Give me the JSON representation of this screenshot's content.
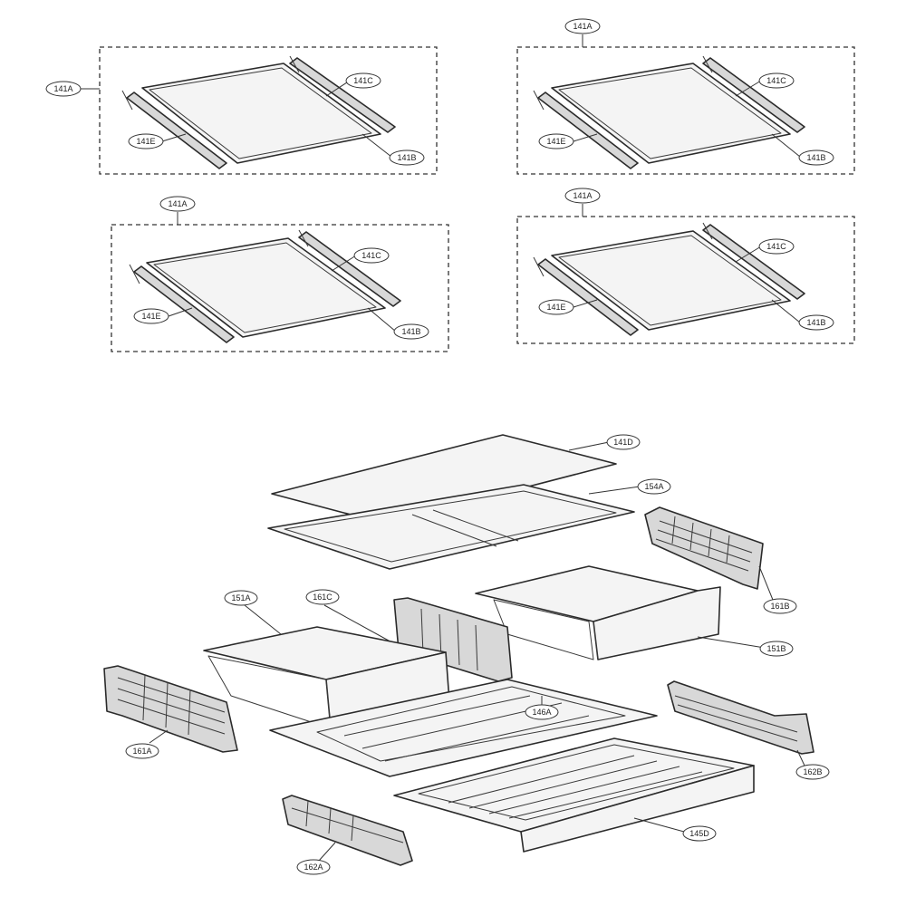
{
  "labels": {
    "shelf_assembly": "141A",
    "shelf_frame": "141B",
    "shelf_rail_right": "141C",
    "shelf_rail_left": "141E",
    "glass_cover": "141D",
    "cover_frame": "154A",
    "crisper_left": "151A",
    "crisper_right": "151B",
    "divider": "161C",
    "control_left": "161A",
    "control_right": "161B",
    "crisper_base": "146A",
    "bottom_tray": "145D",
    "rail_right": "162B",
    "rail_left": "162A"
  }
}
